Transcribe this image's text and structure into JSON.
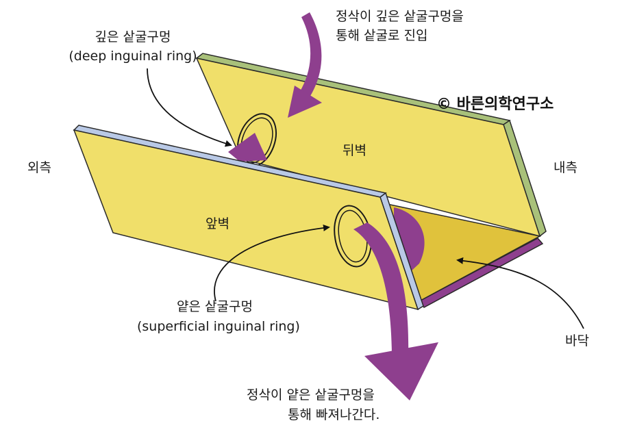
{
  "labels": {
    "deep_ring_ko": "깊은 샅굴구멍",
    "deep_ring_en": "(deep inguinal ring)",
    "entry_line1": "정삭이 깊은 샅굴구멍을",
    "entry_line2": "통해 샅굴로 진입",
    "copyright_symbol": "©",
    "copyright_text": "바른의학연구소",
    "outer_side": "외측",
    "inner_side": "내측",
    "back_wall": "뒤벽",
    "front_wall": "앞벽",
    "superficial_ring_ko": "얕은 샅굴구멍",
    "superficial_ring_en": "(superficial  inguinal ring)",
    "floor": "바닥",
    "exit_line1": "정삭이 얕은 샅굴구멍을",
    "exit_line2": "통해 빠져나간다."
  },
  "colors": {
    "wall_yellow": "#f0df6a",
    "floor_yellow": "#e0c23c",
    "back_edge_green": "#a9c17a",
    "front_edge_blue": "#b9c9e6",
    "cord_purple": "#8e3f8e",
    "outline": "#2a2a2a"
  }
}
